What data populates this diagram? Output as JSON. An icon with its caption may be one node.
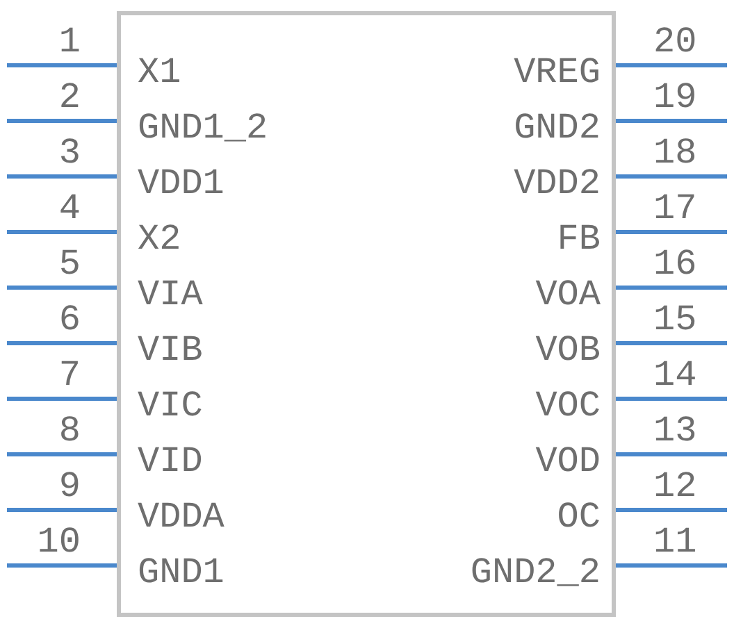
{
  "diagram": {
    "nodes": [
      {
        "text": [],
        "shape": "box"
      },
      {
        "text": [
          "X1"
        ],
        "in": 0
      },
      {
        "text": [
          "GND1_2"
        ],
        "in": 0
      },
      {
        "text": [
          "VDD1"
        ],
        "in": 0
      },
      {
        "text": [
          "X2"
        ],
        "in": 0
      },
      {
        "text": [
          "VIA"
        ],
        "in": 0
      },
      {
        "text": [
          "VIB"
        ],
        "in": 0
      },
      {
        "text": [
          "VIC"
        ],
        "in": 0
      },
      {
        "text": [
          "VID"
        ],
        "in": 0
      },
      {
        "text": [
          "VDDA"
        ],
        "in": 0
      },
      {
        "text": [
          "GND1"
        ],
        "in": 0
      },
      {
        "text": [
          "VREG"
        ],
        "in": 0
      },
      {
        "text": [
          "GND2"
        ],
        "in": 0
      },
      {
        "text": [
          "VDD2"
        ],
        "in": 0
      },
      {
        "text": [
          "FB"
        ],
        "in": 0
      },
      {
        "text": [
          "VOA"
        ],
        "in": 0
      },
      {
        "text": [
          "VOB"
        ],
        "in": 0
      },
      {
        "text": [
          "VOC"
        ],
        "in": 0
      },
      {
        "text": [
          "VOD"
        ],
        "in": 0
      },
      {
        "text": [
          "OC"
        ],
        "in": 0
      },
      {
        "text": [
          "GND2_2"
        ],
        "in": 0
      }
    ],
    "edges": [
      {
        "from": null,
        "to": 1,
        "arrow": "none",
        "label": "1"
      },
      {
        "from": null,
        "to": 2,
        "arrow": "none",
        "label": "2"
      },
      {
        "from": null,
        "to": 3,
        "arrow": "none",
        "label": "3"
      },
      {
        "from": null,
        "to": 4,
        "arrow": "none",
        "label": "4"
      },
      {
        "from": null,
        "to": 5,
        "arrow": "none",
        "label": "5"
      },
      {
        "from": null,
        "to": 6,
        "arrow": "none",
        "label": "6"
      },
      {
        "from": null,
        "to": 7,
        "arrow": "none",
        "label": "7"
      },
      {
        "from": null,
        "to": 8,
        "arrow": "none",
        "label": "8"
      },
      {
        "from": null,
        "to": 9,
        "arrow": "none",
        "label": "9"
      },
      {
        "from": null,
        "to": 10,
        "arrow": "none",
        "label": "10"
      },
      {
        "from": null,
        "to": 20,
        "arrow": "none",
        "label": "11"
      },
      {
        "from": null,
        "to": 19,
        "arrow": "none",
        "label": "12"
      },
      {
        "from": null,
        "to": 18,
        "arrow": "none",
        "label": "13"
      },
      {
        "from": null,
        "to": 17,
        "arrow": "none",
        "label": "14"
      },
      {
        "from": null,
        "to": 16,
        "arrow": "none",
        "label": "15"
      },
      {
        "from": null,
        "to": 15,
        "arrow": "none",
        "label": "16"
      },
      {
        "from": null,
        "to": 14,
        "arrow": "none",
        "label": "17"
      },
      {
        "from": null,
        "to": 13,
        "arrow": "none",
        "label": "18"
      },
      {
        "from": null,
        "to": 12,
        "arrow": "none",
        "label": "19"
      },
      {
        "from": null,
        "to": 11,
        "arrow": "none",
        "label": "20"
      }
    ]
  }
}
